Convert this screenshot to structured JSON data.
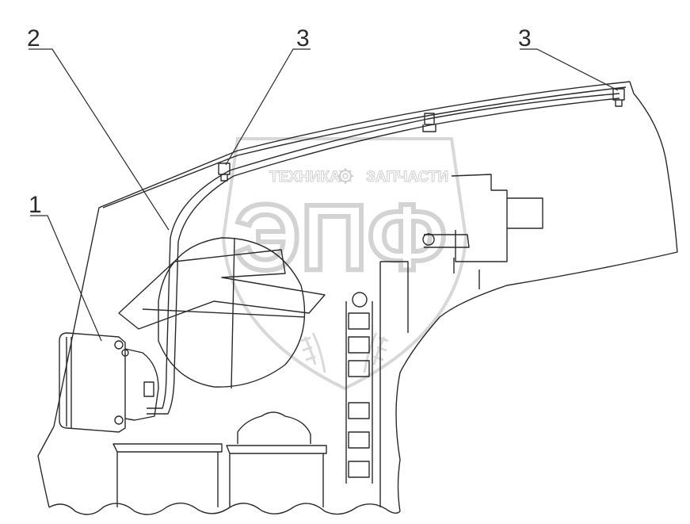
{
  "drawing": {
    "callouts": [
      {
        "id": "part-1",
        "label": "1"
      },
      {
        "id": "part-2",
        "label": "2"
      },
      {
        "id": "part-3-left",
        "label": "3"
      },
      {
        "id": "part-3-right",
        "label": "3"
      }
    ]
  },
  "watermark": {
    "line1": "ТЕХНИКА",
    "line2": "ЗАПЧАСТИ",
    "logo": "ЭПФ",
    "gear_icon": "gear-icon"
  },
  "colors": {
    "line": "#2a2a2a",
    "watermark": "#cfcfcf",
    "background": "#ffffff"
  }
}
